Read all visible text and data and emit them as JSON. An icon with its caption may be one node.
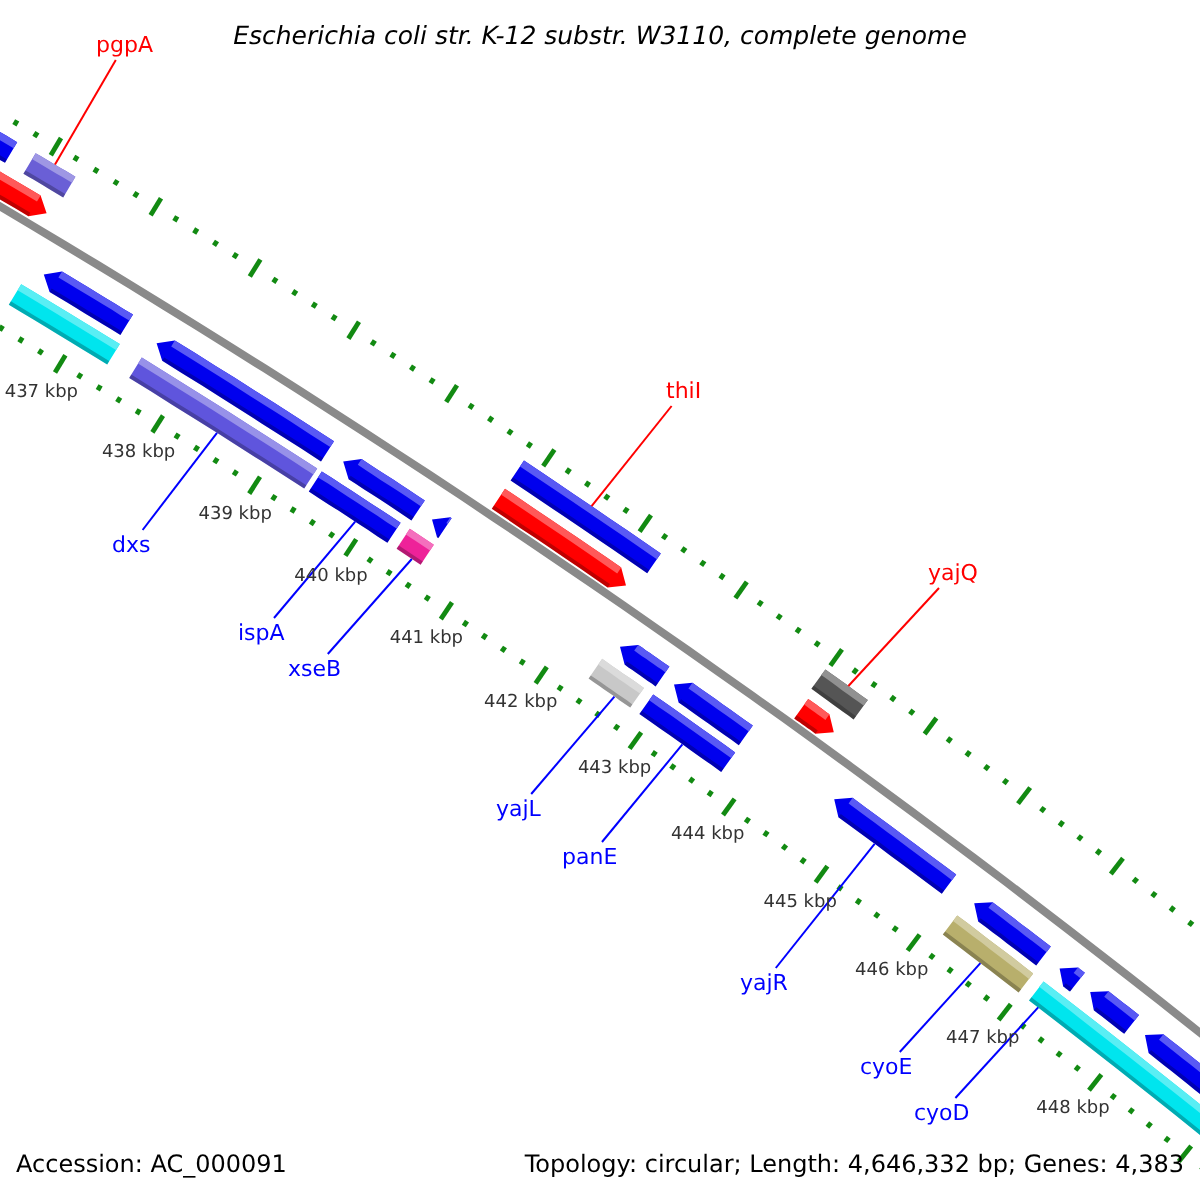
{
  "diagram": {
    "title": "Escherichia coli str. K-12 substr. W3110, complete genome",
    "nodes": [
      {
        "text": [
          "pgpA"
        ]
      },
      {
        "text": [
          "thiI"
        ]
      },
      {
        "text": [
          "dxs"
        ]
      },
      {
        "text": [
          "yajQ"
        ]
      },
      {
        "text": [
          "ispA"
        ]
      },
      {
        "text": [
          "xseB"
        ]
      },
      {
        "text": [
          "yajL"
        ]
      },
      {
        "text": [
          "panE"
        ]
      },
      {
        "text": [
          "yajR"
        ]
      },
      {
        "text": [
          "cyoE"
        ]
      },
      {
        "text": [
          "cyoD"
        ]
      },
      {
        "text": [],
        "shape": "bar"
      },
      {
        "text": [],
        "shape": "bar"
      },
      {
        "text": [],
        "shape": "bar"
      },
      {
        "text": [],
        "shape": "bar"
      },
      {
        "text": [],
        "shape": "bar"
      },
      {
        "text": [],
        "shape": "bar"
      },
      {
        "text": [],
        "shape": "bar"
      },
      {
        "text": [],
        "shape": "bar"
      },
      {
        "text": [],
        "shape": "bar"
      },
      {
        "text": [],
        "shape": "bar"
      },
      {
        "text": [],
        "shape": "bar"
      },
      {
        "text": [],
        "shape": "bar"
      },
      {
        "text": [],
        "shape": "bar"
      },
      {
        "text": [],
        "shape": "bar"
      },
      {
        "text": [],
        "shape": "bar"
      },
      {
        "text": [],
        "shape": "bar"
      },
      {
        "text": [],
        "shape": "bar"
      },
      {
        "text": [],
        "shape": "bar"
      },
      {
        "text": [],
        "shape": "bar"
      },
      {
        "text": [],
        "shape": "bar"
      },
      {
        "text": [],
        "shape": "bar"
      },
      {
        "text": [],
        "shape": "bar"
      },
      {
        "text": [],
        "shape": "bar"
      },
      {
        "text": [],
        "shape": "bar"
      },
      {
        "text": [],
        "shape": "bar"
      },
      {
        "text": [],
        "shape": "bar"
      }
    ],
    "edges": [
      {
        "from": 0,
        "to": 14,
        "arrow": "none",
        "color": "#ff0000"
      },
      {
        "from": 1,
        "to": 23,
        "arrow": "none",
        "color": "#ff0000"
      },
      {
        "from": 2,
        "to": 16,
        "arrow": "none"
      },
      {
        "from": 3,
        "to": 29,
        "arrow": "none",
        "color": "#ff0000"
      },
      {
        "from": 4,
        "to": 18,
        "arrow": "none"
      },
      {
        "from": 5,
        "to": 20,
        "arrow": "none"
      },
      {
        "from": 6,
        "to": 24,
        "arrow": "none"
      },
      {
        "from": 7,
        "to": 26,
        "arrow": "none"
      },
      {
        "from": 8,
        "to": 30,
        "arrow": "none"
      },
      {
        "from": 9,
        "to": 31,
        "arrow": "none"
      },
      {
        "from": 10,
        "to": 33,
        "arrow": "none"
      }
    ],
    "labels": [
      "437 kbp",
      "438 kbp",
      "439 kbp",
      "440 kbp",
      "441 kbp",
      "442 kbp",
      "443 kbp",
      "444 kbp",
      "445 kbp",
      "446 kbp",
      "447 kbp",
      "448 kbp",
      "Accession: AC_000091",
      "Topology: circular; Length: 4,646,332 bp; Genes: 4,383"
    ]
  }
}
